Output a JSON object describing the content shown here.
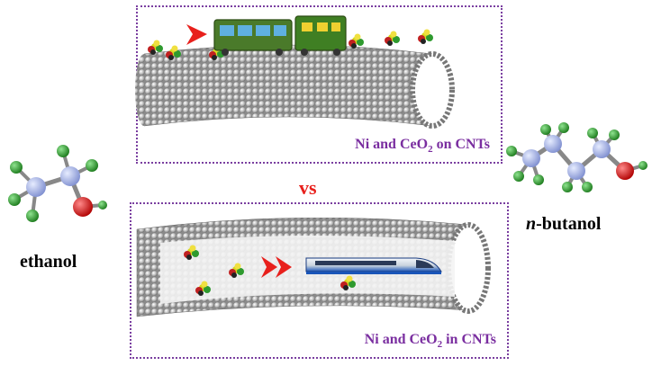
{
  "vs_text": "vs",
  "top_panel": {
    "caption_prefix": "Ni and CeO",
    "caption_sub": "2",
    "caption_suffix": " on CNTs"
  },
  "bottom_panel": {
    "caption_prefix": "Ni and CeO",
    "caption_sub": "2",
    "caption_suffix": " in CNTs"
  },
  "molecules": {
    "left": {
      "label": "ethanol"
    },
    "right": {
      "label_italic": "n",
      "label_rest": "-butanol"
    }
  },
  "colors": {
    "carbon": "#aab6e6",
    "hydrogen": "#2e9a2e",
    "oxygen": "#e02020",
    "arrow": "#e8201c",
    "border": "#7a3fa0",
    "caption": "#7a2ea0"
  }
}
